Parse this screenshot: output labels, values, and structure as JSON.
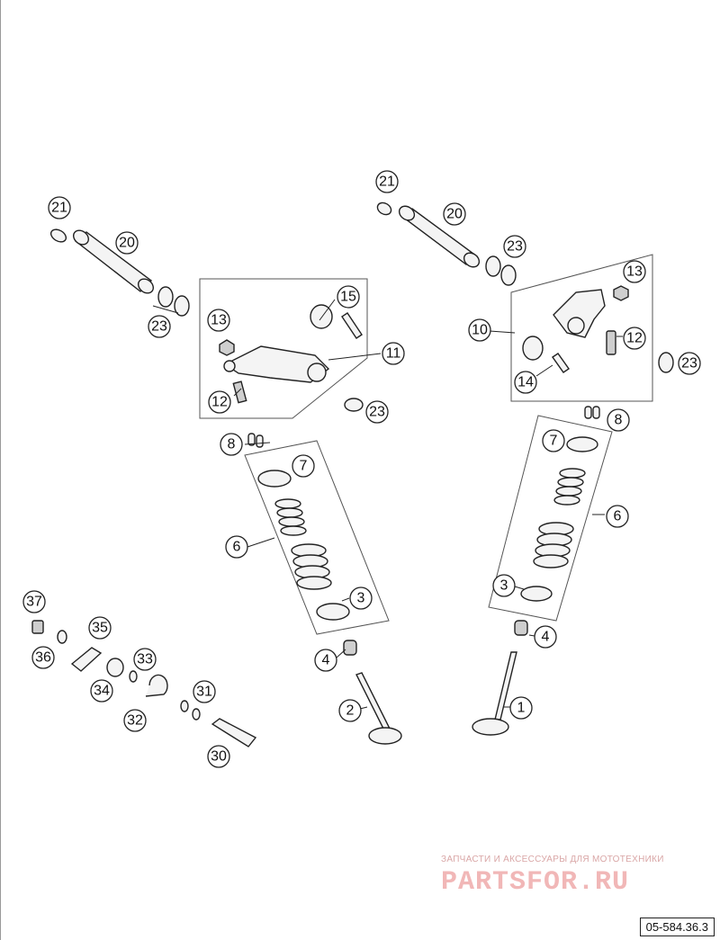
{
  "callouts": [
    {
      "label": "21"
    },
    {
      "label": "20"
    },
    {
      "label": "23"
    },
    {
      "label": "13"
    },
    {
      "label": "15"
    },
    {
      "label": "11"
    },
    {
      "label": "12"
    },
    {
      "label": "23"
    },
    {
      "label": "8"
    },
    {
      "label": "7"
    },
    {
      "label": "6"
    },
    {
      "label": "3"
    },
    {
      "label": "4"
    },
    {
      "label": "2"
    },
    {
      "label": "21"
    },
    {
      "label": "20"
    },
    {
      "label": "23"
    },
    {
      "label": "13"
    },
    {
      "label": "10"
    },
    {
      "label": "12"
    },
    {
      "label": "14"
    },
    {
      "label": "23"
    },
    {
      "label": "8"
    },
    {
      "label": "7"
    },
    {
      "label": "6"
    },
    {
      "label": "3"
    },
    {
      "label": "4"
    },
    {
      "label": "1"
    },
    {
      "label": "37"
    },
    {
      "label": "35"
    },
    {
      "label": "36"
    },
    {
      "label": "33"
    },
    {
      "label": "34"
    },
    {
      "label": "31"
    },
    {
      "label": "32"
    },
    {
      "label": "30"
    }
  ],
  "watermark": {
    "tagline": "ЗАПЧАСТИ И АКСЕССУАРЫ ДЛЯ МОТОТЕХНИКИ",
    "logo": "PARTSFOR.RU"
  },
  "reference_code": "05-584.36.3"
}
